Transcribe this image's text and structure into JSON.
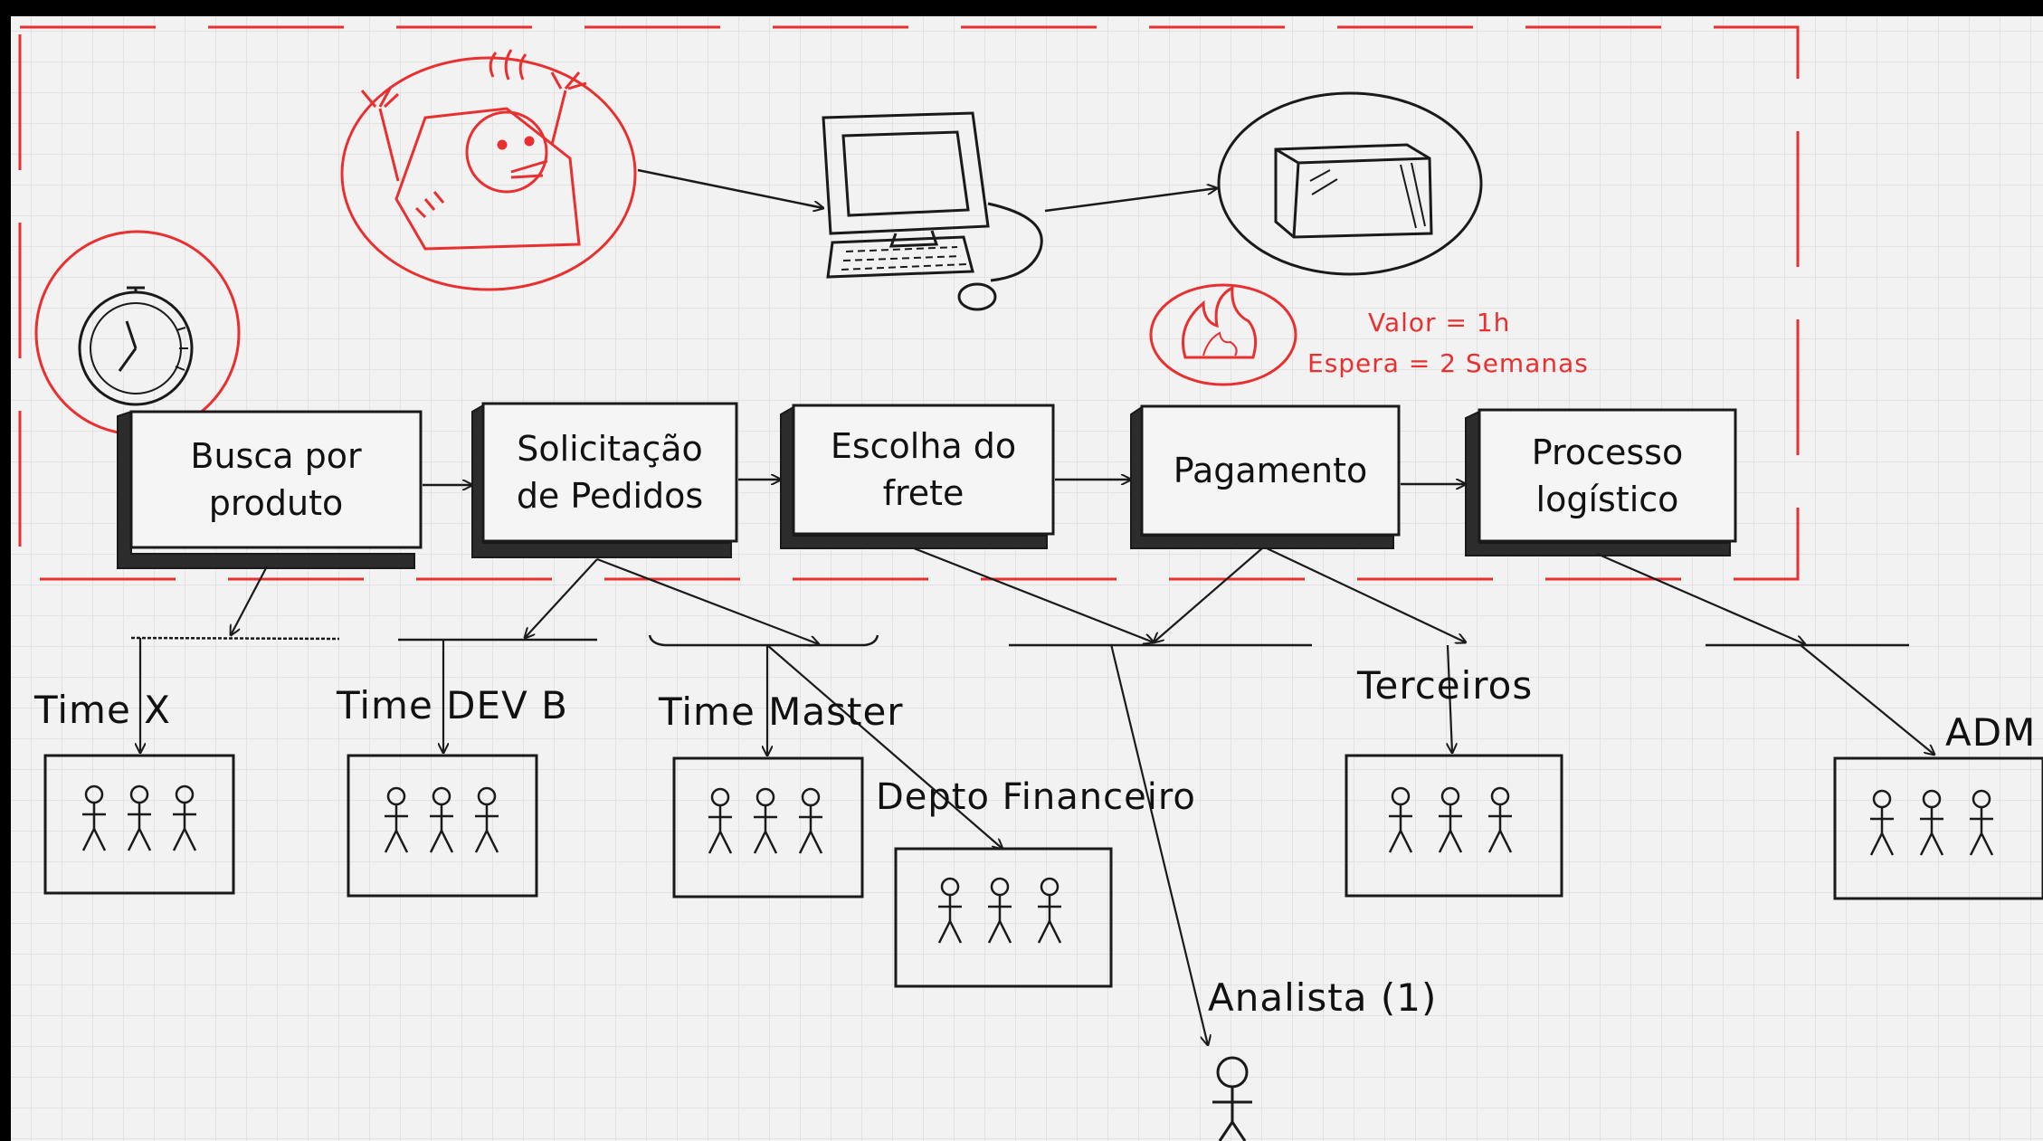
{
  "processes": [
    {
      "line1": "Busca por",
      "line2": "produto"
    },
    {
      "line1": "Solicitação",
      "line2": "de Pedidos"
    },
    {
      "line1": "Escolha do",
      "line2": "frete"
    },
    {
      "line1": "Pagamento",
      "line2": ""
    },
    {
      "line1": "Processo",
      "line2": "logístico"
    }
  ],
  "teams": [
    "Time X",
    "Time DEV B",
    "Time Master",
    "Depto Financeiro",
    "Terceiros",
    "ADM",
    "Analista (1)"
  ],
  "annotation": {
    "valor": "Valor = 1h",
    "espera": "Espera = 2 Semanas"
  },
  "icons": [
    "angry-person-icon",
    "computer-icon",
    "package-box-icon",
    "stopwatch-icon",
    "fire-icon",
    "team-icon",
    "person-icon"
  ],
  "colors": {
    "highlight": "#e83030",
    "ink": "#1a1a1a"
  }
}
